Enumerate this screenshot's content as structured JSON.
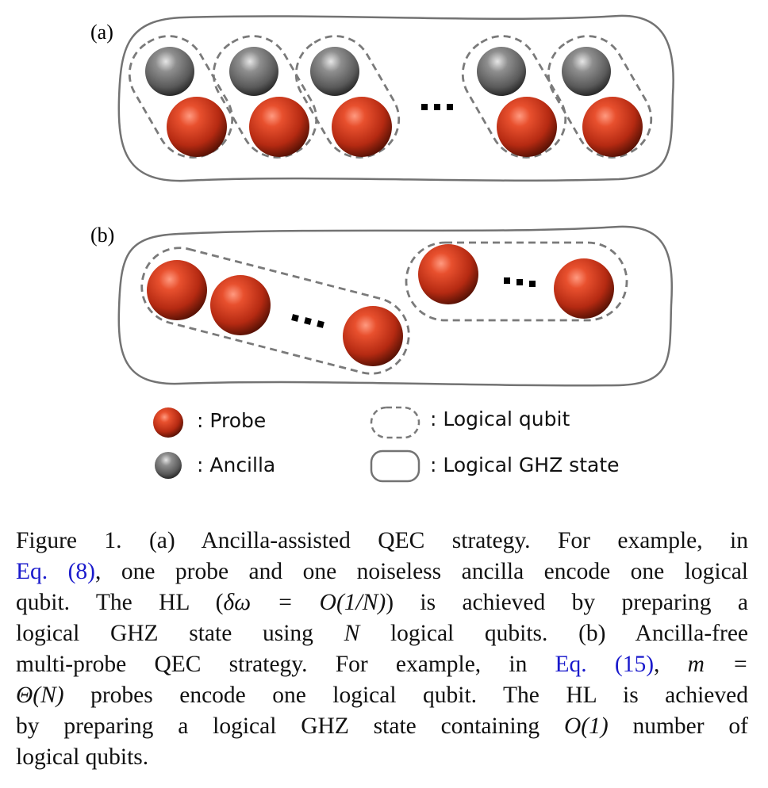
{
  "figure": {
    "panel_a_label": "(a)",
    "panel_b_label": "(b)",
    "legend": {
      "probe": ": Probe",
      "ancilla": ": Ancilla",
      "logical_qubit": ": Logical qubit",
      "logical_ghz": ": Logical GHZ state"
    },
    "colors": {
      "probe": "#c8321e",
      "ancilla": "#6a6a6a",
      "outline": "#707070",
      "link": "#1a1acc"
    }
  },
  "caption": {
    "line1_a": "Figure 1. (a) Ancilla-assisted QEC strategy. For example, in",
    "line2_ref": "Eq. (8)",
    "line2_b": ", one probe and one noiseless ancilla encode one logical",
    "line3_a": "qubit. The HL (",
    "line3_math": "δω = O(1/N)",
    "line3_b": ") is achieved by preparing a",
    "line4_a": "logical GHZ state using ",
    "line4_math": "N",
    "line4_b": " logical qubits. (b) Ancilla-free",
    "line5_a": "multi-probe QEC strategy. For example, in ",
    "line5_ref": "Eq. (15)",
    "line5_b": ", ",
    "line5_math": "m =",
    "line6_math": "Θ(N)",
    "line6_b": " probes encode one logical qubit. The HL is achieved",
    "line7_a": "by preparing a logical GHZ state containing ",
    "line7_math": "O(1)",
    "line7_b": " number of",
    "line8_a": "logical qubits."
  }
}
